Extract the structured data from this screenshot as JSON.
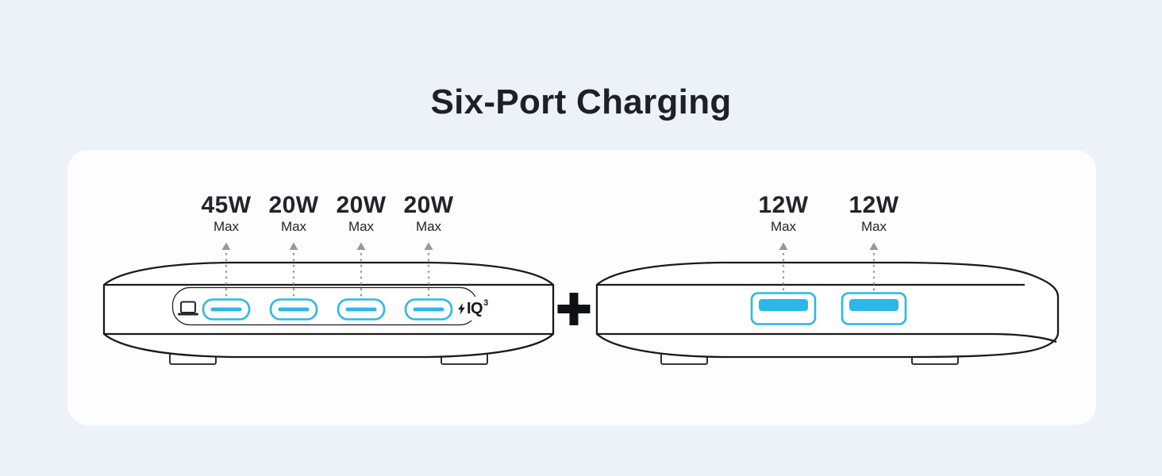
{
  "title": "Six-Port Charging",
  "colors": {
    "page_bg": "#edf1f8",
    "card_bg": "#fdfdfe",
    "ink": "#1f2026",
    "line": "#1a1a1e",
    "accent": "#2bb7ea",
    "arrow": "#95989d",
    "label": "#232329"
  },
  "icons": {
    "plus": "plus-icon",
    "laptop": "laptop-icon",
    "bolt": "lightning-bolt-icon",
    "arrow": "arrow-up-icon"
  },
  "left_device": {
    "name": "four-port-usb-c-front",
    "ports": [
      {
        "watts": "45W",
        "max": "Max"
      },
      {
        "watts": "20W",
        "max": "Max"
      },
      {
        "watts": "20W",
        "max": "Max"
      },
      {
        "watts": "20W",
        "max": "Max"
      }
    ],
    "iq_badge": {
      "text": "IQ",
      "sup": "3"
    }
  },
  "right_device": {
    "name": "two-port-usb-a-back",
    "ports": [
      {
        "watts": "12W",
        "max": "Max"
      },
      {
        "watts": "12W",
        "max": "Max"
      }
    ]
  }
}
